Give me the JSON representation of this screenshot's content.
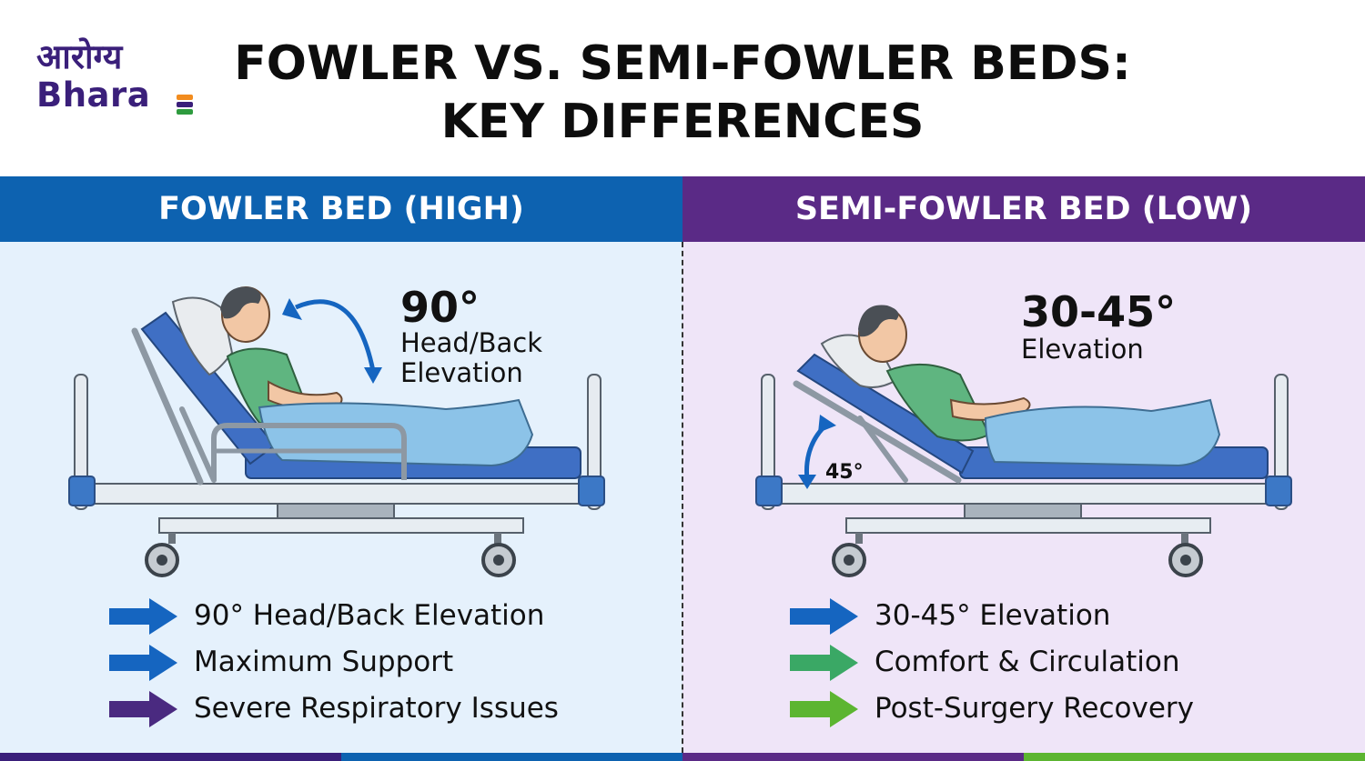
{
  "logo": {
    "hindi": "आरोग्य",
    "english": "Bhara"
  },
  "title": {
    "line1": "FOWLER VS. SEMI-FOWLER BEDS:",
    "line2": "KEY DIFFERENCES"
  },
  "left": {
    "heading": "FOWLER BED (HIGH)",
    "angle": "90°",
    "angle_label_line1": "Head/Back",
    "angle_label_line2": "Elevation",
    "bullets": [
      {
        "text": "90° Head/Back Elevation",
        "color": "#1565c0"
      },
      {
        "text": "Maximum Support",
        "color": "#1565c0"
      },
      {
        "text": "Severe Respiratory Issues",
        "color": "#4a2a80"
      }
    ]
  },
  "right": {
    "heading": "SEMI-FOWLER BED (LOW)",
    "angle": "30-45°",
    "angle_label": "Elevation",
    "bed_angle_label": "45°",
    "bullets": [
      {
        "text": "30-45° Elevation",
        "color": "#1565c0"
      },
      {
        "text": "Comfort & Circulation",
        "color": "#3aa865"
      },
      {
        "text": "Post-Surgery Recovery",
        "color": "#5cb531"
      }
    ]
  },
  "colors": {
    "fowler_band": "#0d62b0",
    "semi_band": "#5a2a86",
    "fowler_panel": "#e5f1fc",
    "semi_panel": "#efe5f8",
    "mattress": "#3f6fc4",
    "patient_shirt": "#5fb580",
    "blanket": "#8cc3e8"
  }
}
